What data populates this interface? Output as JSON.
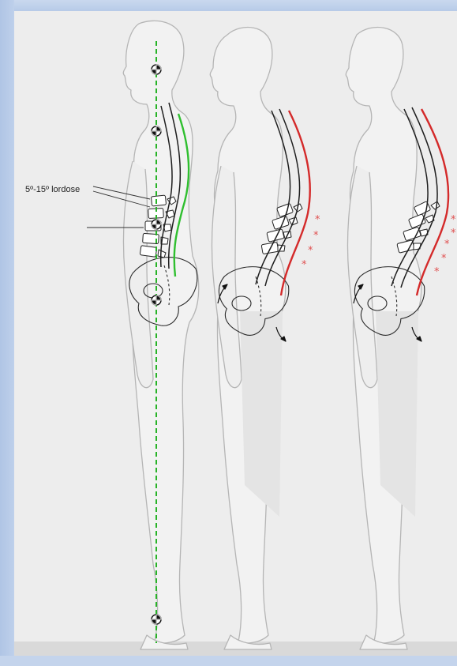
{
  "annotations": {
    "lordosis_label": "5º-15º lordose"
  },
  "colors": {
    "plumb_line": "#27b327",
    "normal_curve": "#2fbf2f",
    "abnormal_curve": "#d42a2a",
    "tension_marker": "#e05050",
    "outline": "#b5b5b5",
    "spine": "#1e1e1e",
    "background": "#ededed",
    "frame": "#b4c8e6"
  },
  "figures": [
    {
      "id": "neutral-posture",
      "plumb_line": true,
      "curve_color": "normal"
    },
    {
      "id": "sway-back-posture",
      "plumb_line": false,
      "curve_color": "abnormal",
      "tension_markers": 4
    },
    {
      "id": "flat-back-posture",
      "plumb_line": false,
      "curve_color": "abnormal",
      "tension_markers": 5
    }
  ],
  "icons": [
    "center-of-gravity-icon",
    "pelvic-rotation-arrow-icon",
    "tension-asterisk-icon"
  ]
}
